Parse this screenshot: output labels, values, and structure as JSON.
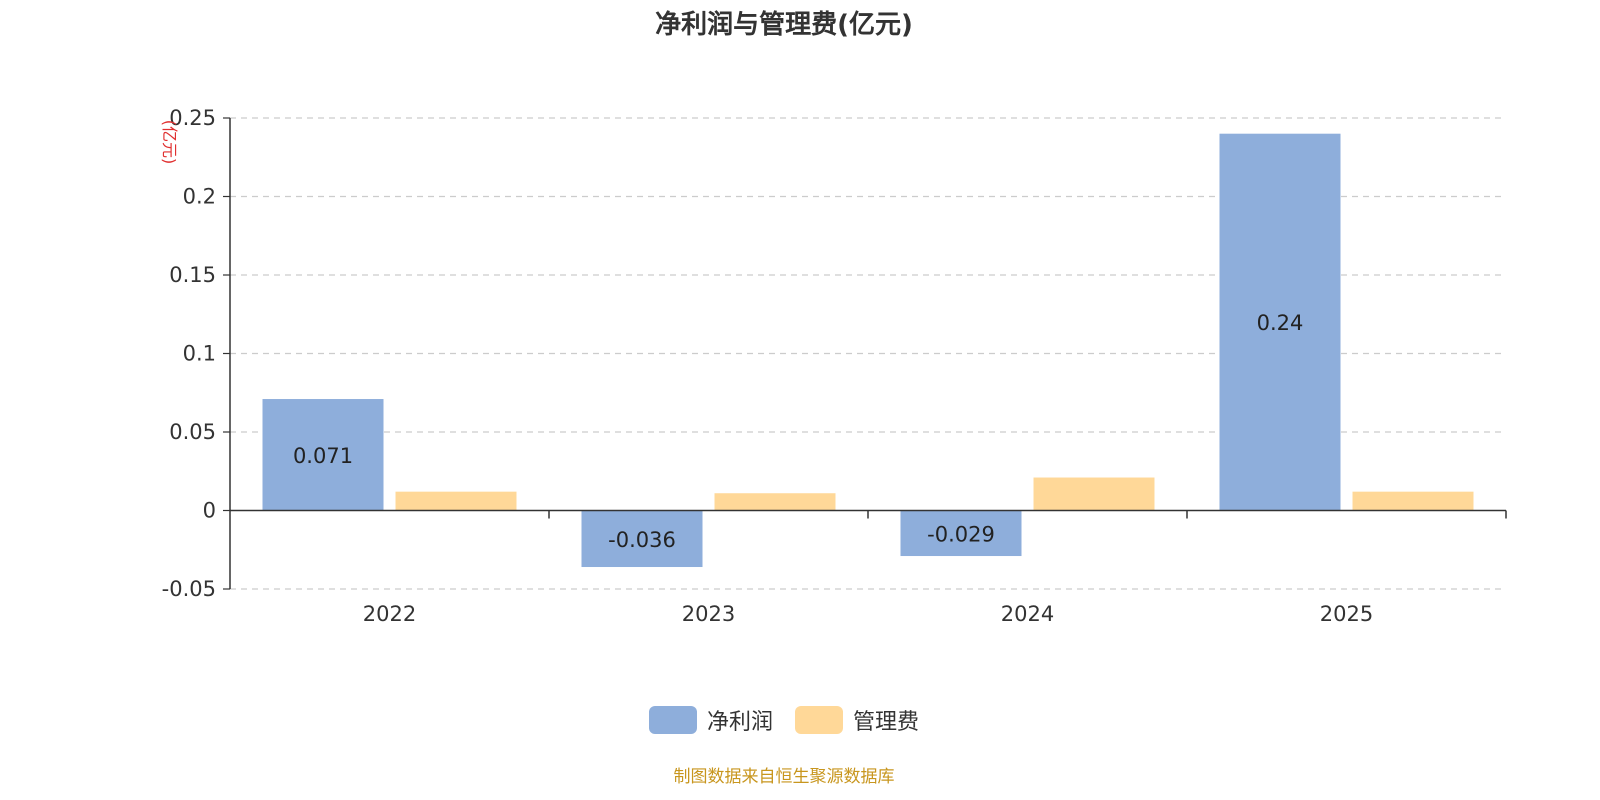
{
  "chart_data": {
    "type": "bar",
    "title": "净利润与管理费(亿元)",
    "ylabel": "(亿元)",
    "categories": [
      "2022",
      "2023",
      "2024",
      "2025"
    ],
    "ylim": [
      -0.05,
      0.25
    ],
    "yticks": [
      "-0.05",
      "0",
      "0.05",
      "0.1",
      "0.15",
      "0.2",
      "0.25"
    ],
    "ytick_values": [
      -0.05,
      0,
      0.05,
      0.1,
      0.15,
      0.2,
      0.25
    ],
    "grid": true,
    "legend_position": "bottom-center",
    "series": [
      {
        "name": "净利润",
        "color": "#8eaedb",
        "values": [
          0.071,
          -0.036,
          -0.029,
          0.24
        ],
        "labels": [
          "0.071",
          "-0.036",
          "-0.029",
          "0.24"
        ]
      },
      {
        "name": "管理费",
        "color": "#ffd898",
        "values": [
          0.012,
          0.011,
          0.021,
          0.012
        ]
      }
    ]
  },
  "source_note": "制图数据来自恒生聚源数据库"
}
